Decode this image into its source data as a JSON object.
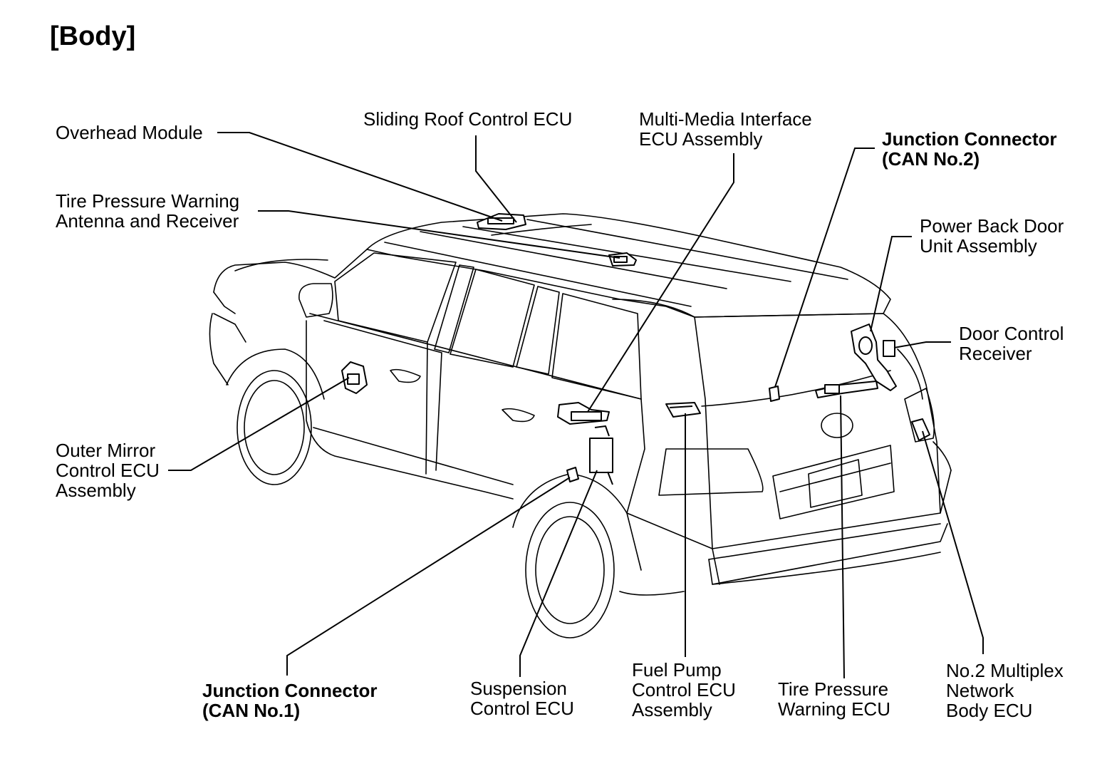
{
  "title": "[Body]",
  "labels": {
    "overhead_module": "Overhead Module",
    "sliding_roof": "Sliding Roof Control ECU",
    "multimedia": "Multi-Media Interface\nECU Assembly",
    "junction_can2": "Junction Connector\n(CAN No.2)",
    "tire_antenna": "Tire Pressure Warning\nAntenna and Receiver",
    "power_back_door": "Power Back Door\nUnit Assembly",
    "door_control_receiver": "Door Control\nReceiver",
    "outer_mirror": "Outer Mirror\nControl ECU\nAssembly",
    "junction_can1": "Junction Connector\n(CAN No.1)",
    "suspension": "Suspension\nControl ECU",
    "fuel_pump": "Fuel Pump\nControl ECU\nAssembly",
    "tire_warning_ecu": "Tire Pressure\nWarning ECU",
    "multiplex": "No.2 Multiplex\nNetwork\nBody ECU"
  }
}
